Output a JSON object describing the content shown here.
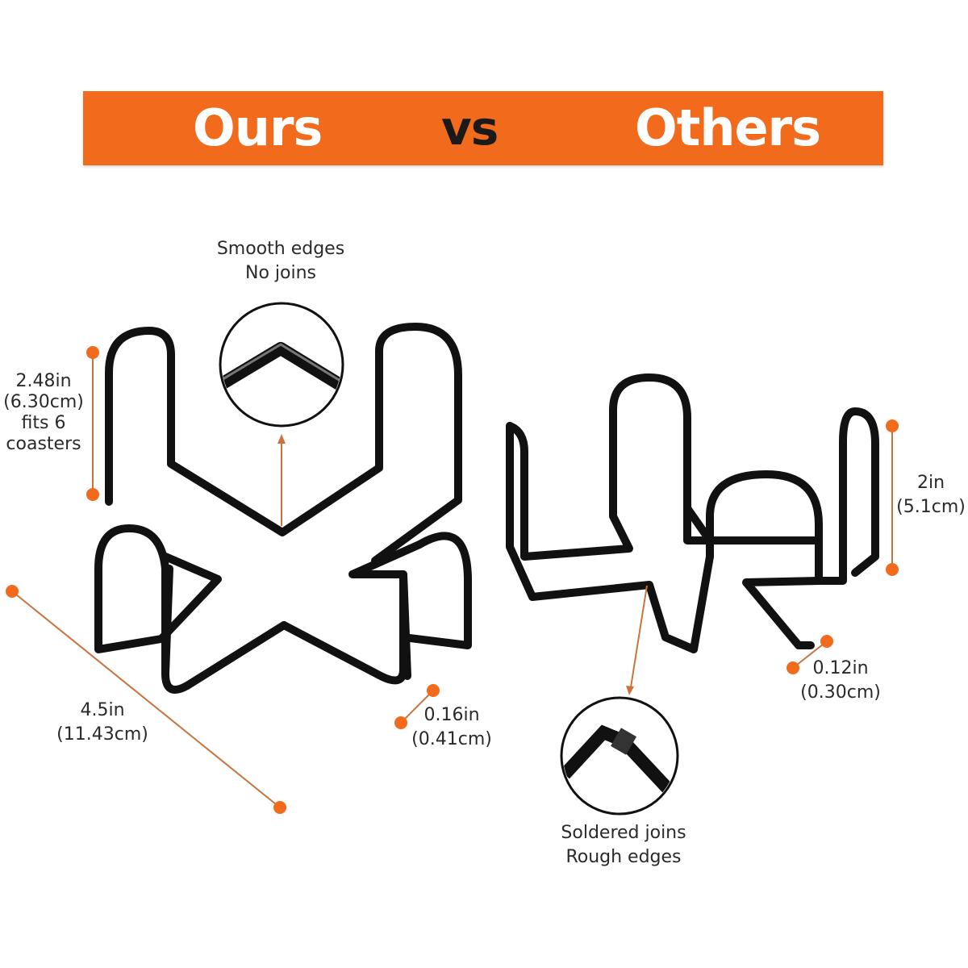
{
  "banner": {
    "ours": "Ours",
    "vs": "vs",
    "others": "Others",
    "color": "#f26b1d"
  },
  "ours": {
    "callout": [
      "Smooth edges",
      "No joins"
    ],
    "height": [
      "2.48in",
      "(6.30cm)",
      "fits 6",
      "coasters"
    ],
    "width": [
      "4.5in",
      "(11.43cm)"
    ],
    "wire": [
      "0.16in",
      "(0.41cm)"
    ]
  },
  "others": {
    "callout": [
      "Soldered joins",
      "Rough edges"
    ],
    "height": [
      "2in",
      "(5.1cm)"
    ],
    "wire": [
      "0.12in",
      "(0.30cm)"
    ]
  },
  "colors": {
    "accent": "#f26b1d",
    "wire": "#111111"
  }
}
